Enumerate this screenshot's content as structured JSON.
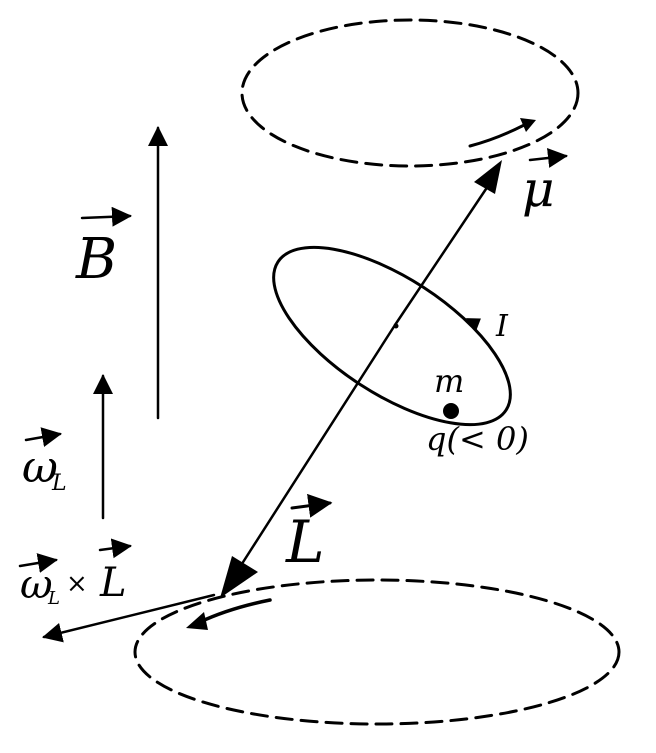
{
  "labels": {
    "B": "B",
    "omega_L": "ω",
    "omega_L_sub": "L",
    "omega_cross_L": "ω",
    "omega_cross_L_sub": "L",
    "omega_cross_L_times": "×",
    "omega_cross_L_L": "L",
    "L": "L",
    "mu": "μ",
    "I": "I",
    "m": "m",
    "q": "q(< 0)"
  }
}
